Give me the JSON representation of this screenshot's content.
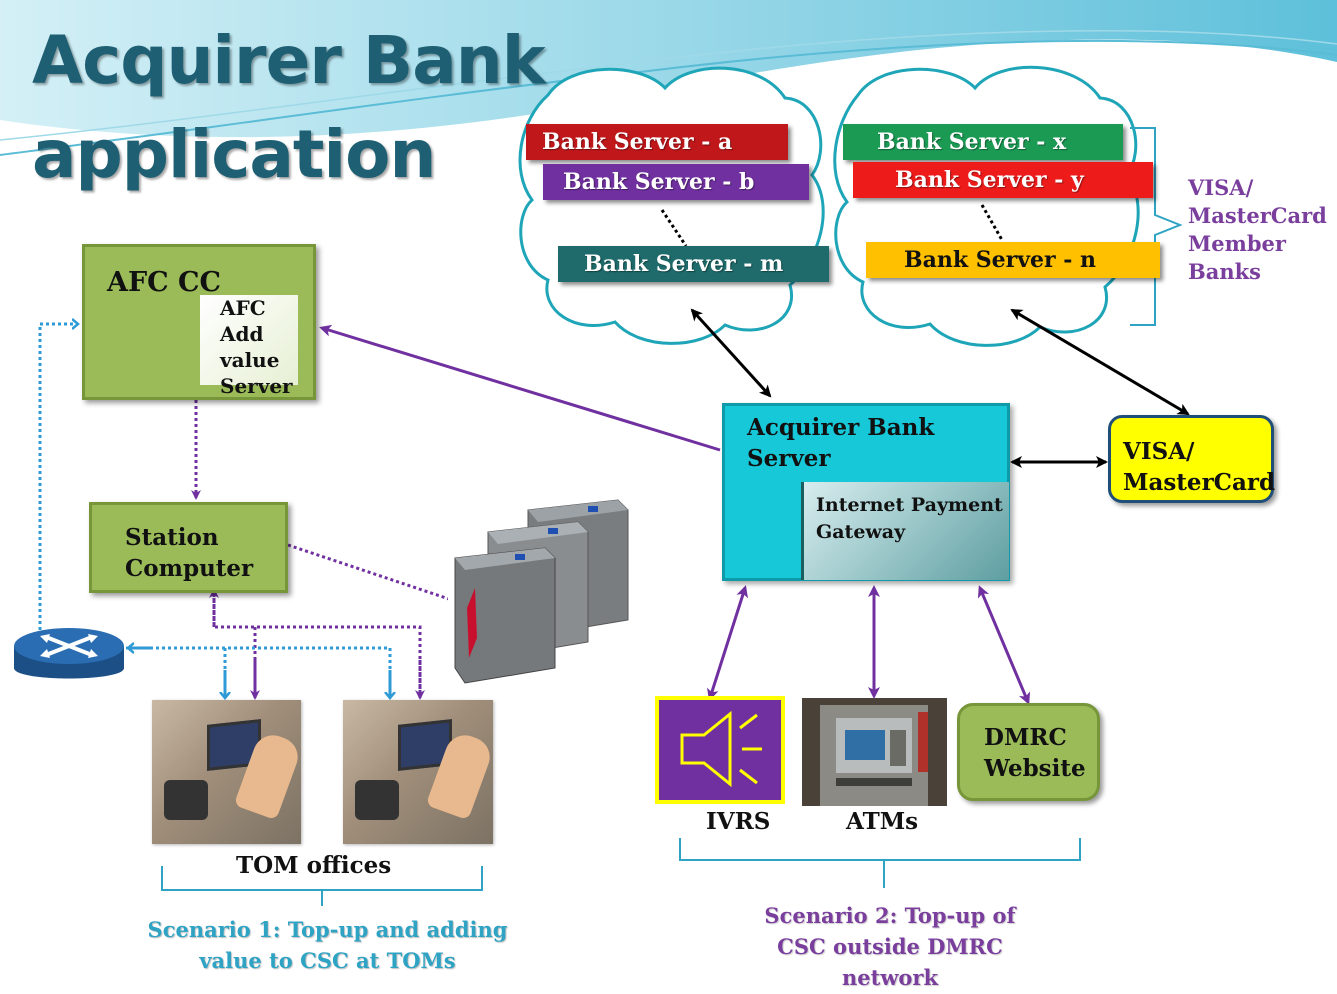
{
  "title": {
    "line1": "Acquirer Bank",
    "line2": "application"
  },
  "bank_servers_left": [
    {
      "label": "Bank Server  - a",
      "color": "#c0171b"
    },
    {
      "label": "Bank Server  - b",
      "color": "#7030a0"
    },
    {
      "label": "Bank Server - m",
      "color": "#1f6b6b"
    }
  ],
  "bank_servers_right": [
    {
      "label": "Bank Server - x",
      "color": "#1b9a54"
    },
    {
      "label": "Bank Server  - y",
      "color": "#ee1b1b"
    },
    {
      "label": "Bank Server  - n",
      "color": "#ffc000"
    }
  ],
  "member_banks_label": [
    "VISA/",
    "MasterCard",
    "Member",
    "Banks"
  ],
  "afc_cc": {
    "title": "AFC CC",
    "inner": [
      "AFC",
      "Add",
      "value",
      "Server"
    ]
  },
  "station_computer": [
    "Station",
    "Computer"
  ],
  "acquirer_server": {
    "title": [
      "Acquirer Bank",
      "Server"
    ],
    "gateway": [
      "Internet Payment",
      "Gateway"
    ]
  },
  "visa_mastercard": [
    "VISA/",
    "MasterCard"
  ],
  "dmrc_website": [
    "DMRC",
    "Website"
  ],
  "channels": {
    "ivrs": "IVRS",
    "atms": "ATMs"
  },
  "tom_offices": "TOM offices",
  "scenario1": [
    "Scenario 1: Top-up and adding",
    "value to CSC at TOMs"
  ],
  "scenario2": [
    "Scenario 2: Top-up of",
    "CSC outside DMRC",
    "network"
  ],
  "colors": {
    "arrow_purple": "#7030a0",
    "arrow_blue": "#2e9ad6",
    "acquirer_fill": "#17c8d8",
    "visa_fill": "#ffff00",
    "ivrs_fill": "#7030a0",
    "green_box": "#9bbb59"
  },
  "icons": [
    "router-icon",
    "speaker-icon",
    "fare-gate-icon",
    "atm-photo",
    "tom-photo"
  ]
}
